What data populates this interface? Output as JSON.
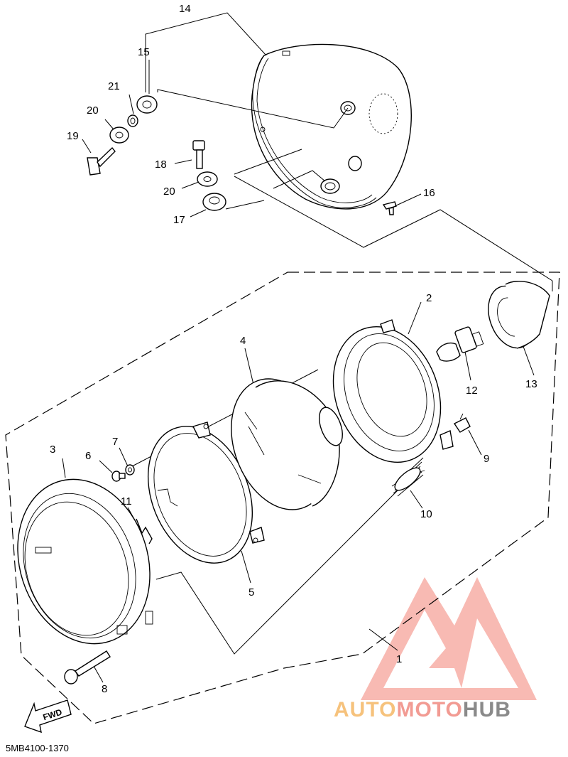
{
  "diagram": {
    "callouts": [
      "1",
      "2",
      "3",
      "4",
      "5",
      "6",
      "7",
      "8",
      "9",
      "10",
      "11",
      "12",
      "13",
      "14",
      "15",
      "16",
      "17",
      "18",
      "19",
      "20",
      "20",
      "21"
    ],
    "fwd_label": "FWD",
    "part_code": "5MB4100-1370"
  },
  "watermark": {
    "part1": "AUTO",
    "part2": "MOTO",
    "part3": "HUB",
    "colors": {
      "auto": "#f6c27c",
      "moto": "#f29b93",
      "hub": "#8a8a8a",
      "logo": "#f29b93"
    }
  }
}
